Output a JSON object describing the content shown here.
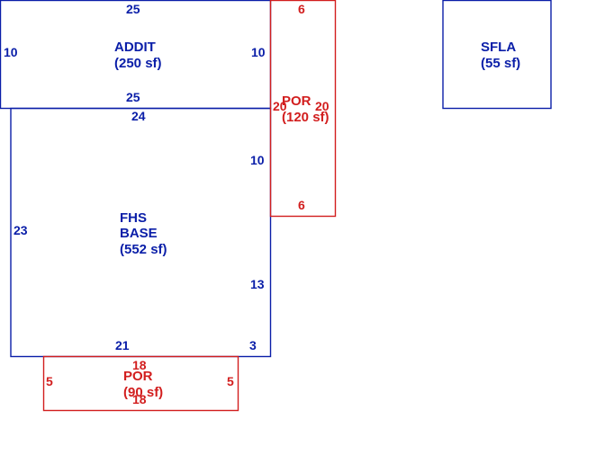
{
  "colors": {
    "living": "#0a1ea8",
    "porch": "#d21e1e",
    "background": "#ffffff"
  },
  "areas": {
    "addit": {
      "name": "ADDIT",
      "area": "(250 sf)"
    },
    "base": {
      "line1": "FHS",
      "line2": "BASE",
      "area": "(552 sf)"
    },
    "por_side": {
      "name": "POR",
      "area": "(120 sf)"
    },
    "por_bottom": {
      "name": "POR",
      "area": "(90 sf)"
    },
    "sfla": {
      "name": "SFLA",
      "area": "(55 sf)"
    }
  },
  "dimensions": {
    "addit_top": "25",
    "addit_left": "10",
    "addit_right": "10",
    "addit_bottom": "25",
    "base_top": "24",
    "base_left": "23",
    "base_right_upper": "10",
    "base_right_lower": "13",
    "base_bottom": "21",
    "base_bottom_step": "3",
    "por_side_top": "6",
    "por_side_left": "20",
    "por_side_right": "20",
    "por_side_bottom": "6",
    "por_bottom_top": "18",
    "por_bottom_left": "5",
    "por_bottom_right": "5",
    "por_bottom_bottom": "18"
  }
}
